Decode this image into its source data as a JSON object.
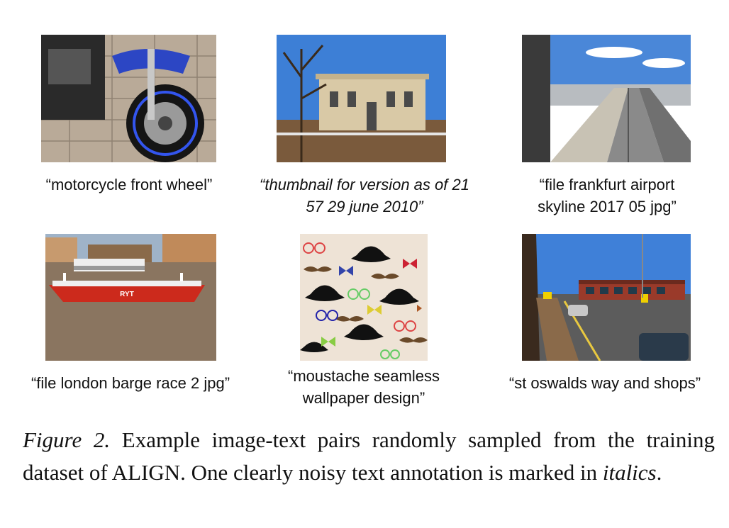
{
  "captions": {
    "motorcycle": "“motorcycle front wheel”",
    "thumbnail_line1": "“thumbnail for version as of 21",
    "thumbnail_line2": "57 29 june 2010”",
    "frankfurt_line1": "“file frankfurt airport",
    "frankfurt_line2": "skyline 2017 05 jpg”",
    "barge": "“file london barge race 2 jpg”",
    "moustache_line1": "“moustache seamless",
    "moustache_line2": "wallpaper design”",
    "oswalds": "“st oswalds way and shops”"
  },
  "boat_text": "RYT",
  "figure_caption": {
    "label": "Figure 2.",
    "text": "Example image-text pairs randomly sampled from the training dataset of ALIGN. One clearly noisy text annotation is marked in",
    "emph": "italics",
    "end": "."
  }
}
